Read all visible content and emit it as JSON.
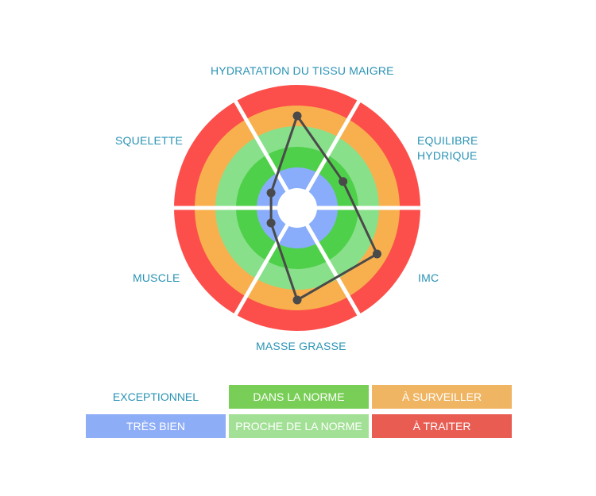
{
  "chart_data": {
    "type": "radar",
    "axes": [
      "HYDRATATION DU TISSU MAIGRE",
      "EQUILIBRE HYDRIQUE",
      "IMC",
      "MASSE GRASSE",
      "MUSCLE",
      "SQUELETTE"
    ],
    "values": [
      3.5,
      1.6,
      3.5,
      3.5,
      0.5,
      0.5
    ],
    "scale_note_levels": [
      "TRÈS BIEN",
      "DANS LA NORME",
      "PROCHE DE LA NORME",
      "À SURVEILLER",
      "À TRAITER"
    ],
    "range": [
      0,
      5
    ],
    "ring_colors": [
      "#89adfb",
      "#4fd04a",
      "#89e08a",
      "#f8b04e",
      "#fc4f4b"
    ],
    "line_color": "#4a4a4a"
  },
  "legend": {
    "exceptionnel": "EXCEPTIONNEL",
    "dans_la_norme": "DANS LA NORME",
    "a_surveiller": "À SURVEILLER",
    "tres_bien": "TRÈS BIEN",
    "proche": "PROCHE DE LA NORME",
    "a_traiter": "À TRAITER"
  }
}
